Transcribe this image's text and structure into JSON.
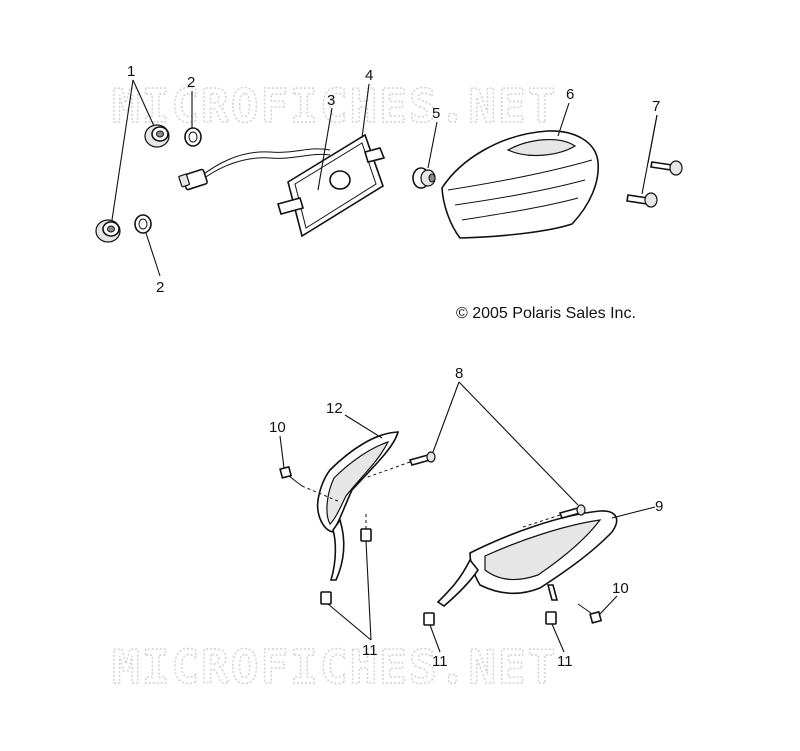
{
  "watermark": {
    "top": "MICROFICHES.NET",
    "bottom": "MICROFICHES.NET"
  },
  "copyright": "© 2005 Polaris Sales Inc.",
  "callouts": {
    "c1": "1",
    "c2a": "2",
    "c2b": "2",
    "c3": "3",
    "c4": "4",
    "c5": "5",
    "c6": "6",
    "c7": "7",
    "c8": "8",
    "c9": "9",
    "c10a": "10",
    "c10b": "10",
    "c11a": "11",
    "c11b": "11",
    "c11c": "11",
    "c12": "12"
  }
}
